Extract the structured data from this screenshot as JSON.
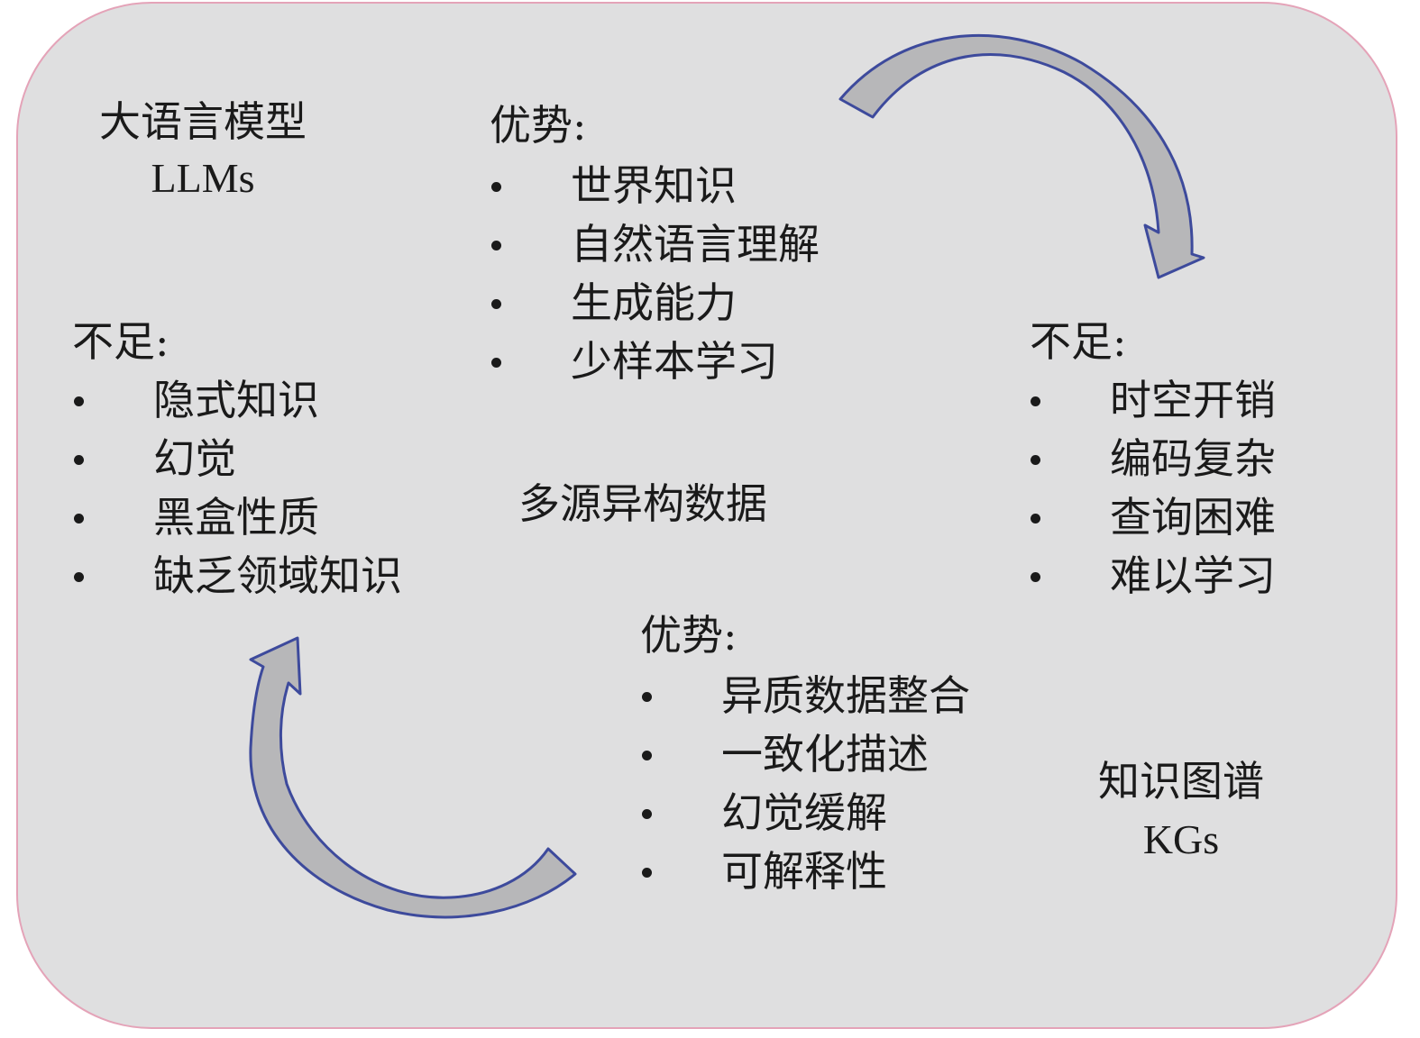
{
  "colors": {
    "panel_fill": "#dfdfe0",
    "panel_border": "#e4a3b8",
    "arrow_fill": "#b7b7b9",
    "arrow_stroke": "#3d4a9c",
    "text": "#1a1a1a"
  },
  "llm": {
    "title": "大语言模型",
    "abbr": "LLMs"
  },
  "llm_strengths": {
    "heading": "优势:",
    "items": [
      "世界知识",
      "自然语言理解",
      "生成能力",
      "少样本学习"
    ]
  },
  "llm_weaknesses": {
    "heading": "不足:",
    "items": [
      "隐式知识",
      "幻觉",
      "黑盒性质",
      "缺乏领域知识"
    ]
  },
  "center_label": "多源异构数据",
  "kg_weaknesses": {
    "heading": "不足:",
    "items": [
      "时空开销",
      "编码复杂",
      "查询困难",
      "难以学习"
    ]
  },
  "kg_strengths": {
    "heading": "优势:",
    "items": [
      "异质数据整合",
      "一致化描述",
      "幻觉缓解",
      "可解释性"
    ]
  },
  "kg": {
    "title": "知识图谱",
    "abbr": "KGs"
  }
}
